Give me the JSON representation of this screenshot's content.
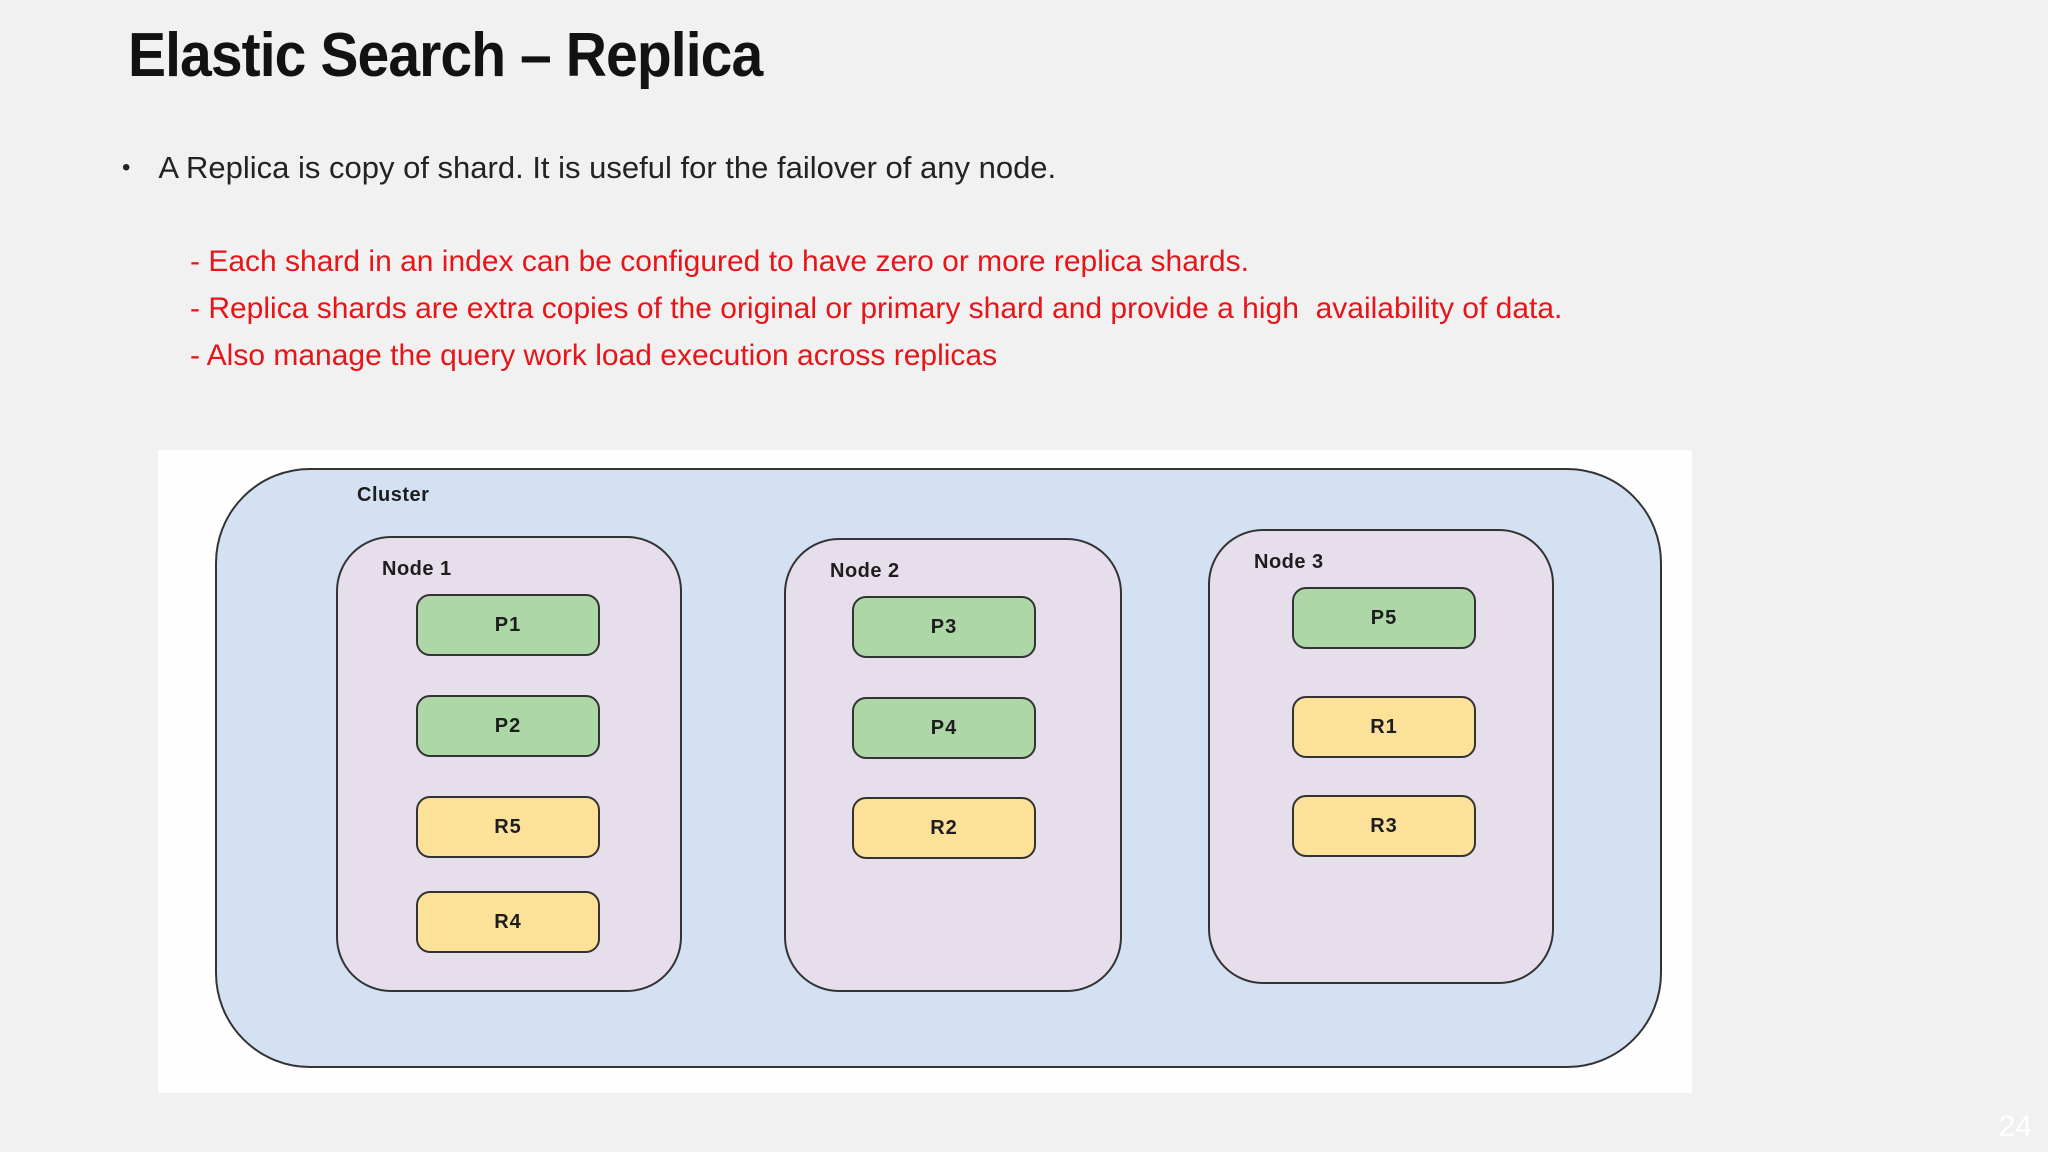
{
  "slide": {
    "title": "Elastic Search – Replica",
    "bullet_marker": "•",
    "bullet": "A Replica is copy of shard. It is useful for the failover of any node.",
    "sub_bullets": [
      "- Each shard in an index can be configured to have zero or more replica shards.",
      "- Replica shards are extra copies of the original or primary shard and provide a high  availability of data.",
      "- Also manage the query work load execution across replicas"
    ],
    "page_number": "24"
  },
  "diagram": {
    "cluster_label": "Cluster",
    "nodes": [
      {
        "label": "Node 1",
        "shards": [
          {
            "label": "P1",
            "type": "primary"
          },
          {
            "label": "P2",
            "type": "primary"
          },
          {
            "label": "R5",
            "type": "replica"
          },
          {
            "label": "R4",
            "type": "replica"
          }
        ]
      },
      {
        "label": "Node 2",
        "shards": [
          {
            "label": "P3",
            "type": "primary"
          },
          {
            "label": "P4",
            "type": "primary"
          },
          {
            "label": "R2",
            "type": "replica"
          }
        ]
      },
      {
        "label": "Node 3",
        "shards": [
          {
            "label": "P5",
            "type": "primary"
          },
          {
            "label": "R1",
            "type": "replica"
          },
          {
            "label": "R3",
            "type": "replica"
          }
        ]
      }
    ]
  },
  "colors": {
    "slide_background": "#f2f1f2",
    "accent_red": "#e71418",
    "title_color": "#121212",
    "diagram_background": "#fefefe",
    "cluster_fill": "#d4e1f3",
    "node_fill": "#e7deeb",
    "primary_shard_fill": "#aed7a8",
    "replica_shard_fill": "#fce199",
    "outline": "#333333",
    "page_number_color": "#ffffff"
  }
}
